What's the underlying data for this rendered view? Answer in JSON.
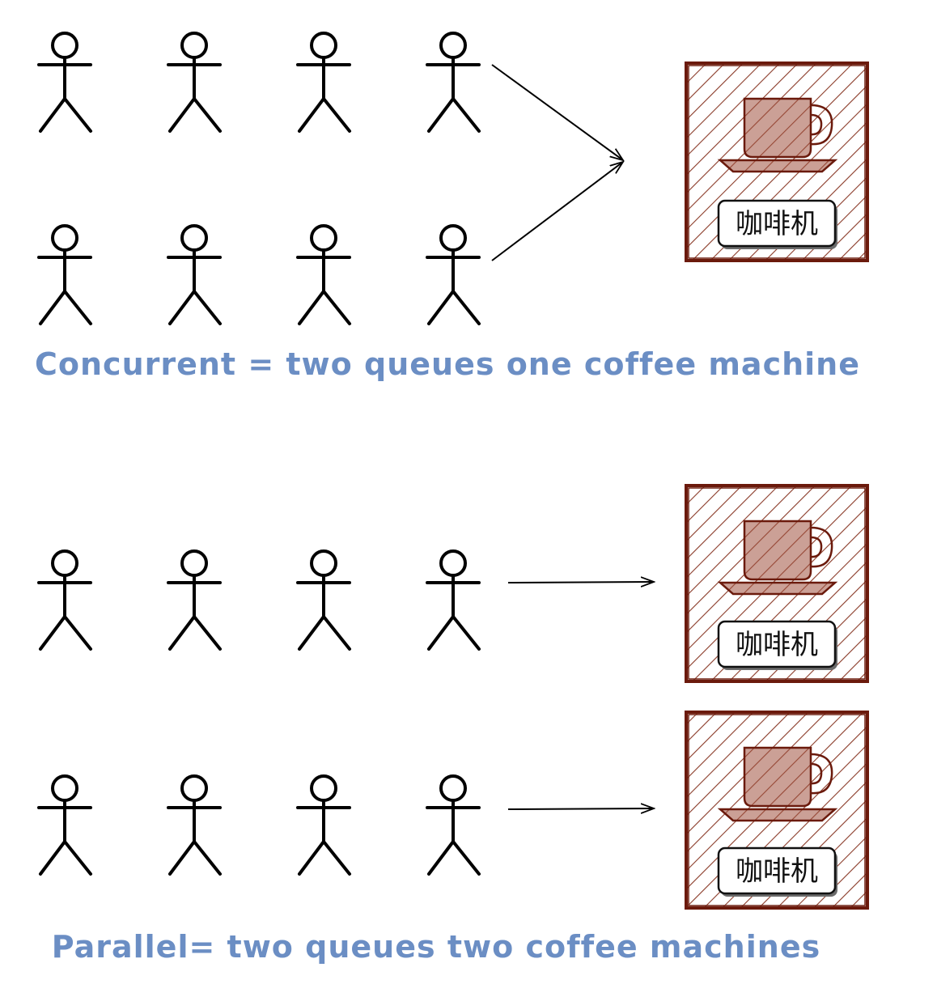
{
  "captions": {
    "concurrent": "Concurrent = two queues one coffee machine",
    "parallel": "Parallel= two queues two coffee machines"
  },
  "machine_label": "咖啡机",
  "colors": {
    "caption": "#6b8ec4",
    "machine_stroke": "#6b1a0c",
    "machine_hatch": "#8a3a28",
    "figure": "#000000"
  },
  "icons": {
    "person": "stick-figure-icon",
    "cup": "coffee-cup-icon",
    "arrow": "arrow-icon"
  }
}
